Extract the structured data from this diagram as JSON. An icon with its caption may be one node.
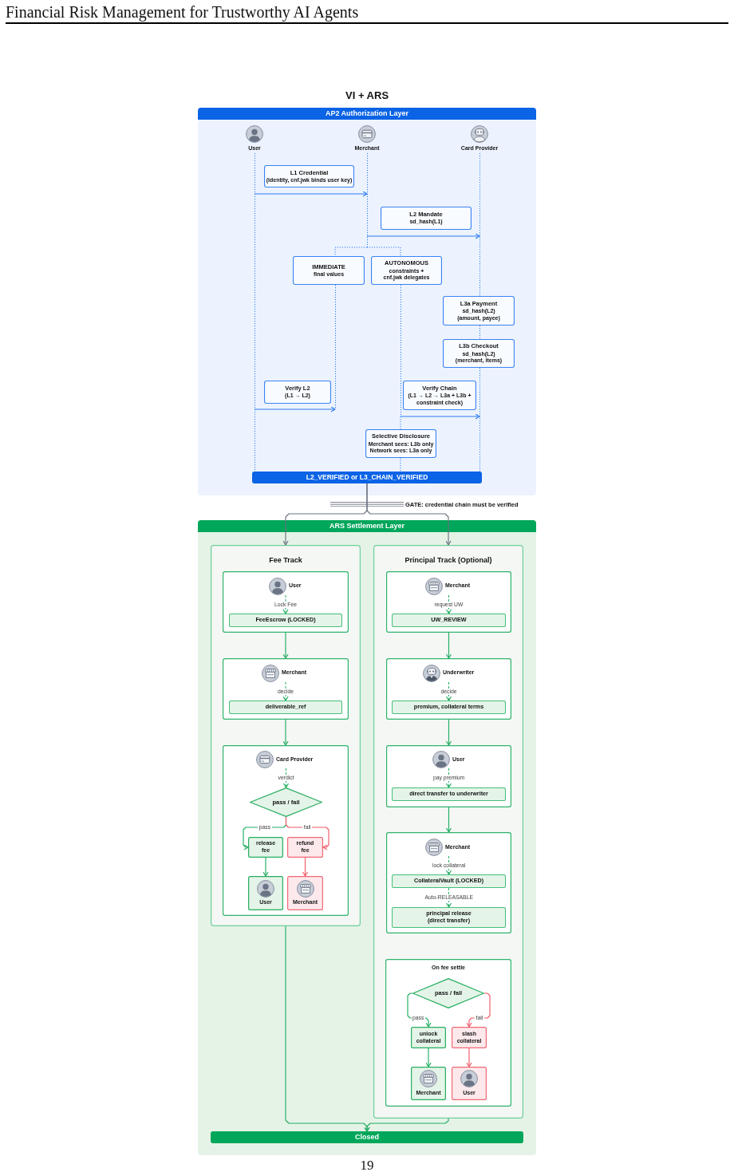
{
  "diagram": {
    "title": "VI + ARS",
    "nodes": [
      {
        "text": [],
        "shape": "box"
      },
      {
        "text": [
          "AP2 Authorization Layer"
        ],
        "in": 0
      },
      {
        "text": [
          "User"
        ],
        "in": 0
      },
      {
        "text": [
          "Merchant"
        ],
        "in": 0
      },
      {
        "text": [
          "Card Provider"
        ],
        "in": 0
      },
      {
        "text": [
          "L1 Credential",
          "(identity, cnf.jwk binds user key)"
        ],
        "in": 0
      },
      {
        "text": [
          "L2 Mandate",
          "sd_hash(L1)"
        ],
        "in": 0
      },
      {
        "text": [
          "IMMEDIATE",
          "final values"
        ],
        "in": 0
      },
      {
        "text": [
          "AUTONOMOUS",
          "constraints + cnf.jwk delegates"
        ],
        "in": 0
      },
      {
        "text": [
          "L3a Payment",
          "sd_hash(L2) (amount, payee)"
        ],
        "in": 0
      },
      {
        "text": [
          "L3b Checkout",
          "sd_hash(L2) (merchant, items)"
        ],
        "in": 0
      },
      {
        "text": [
          "Verify L2",
          "(L1 → L2)"
        ],
        "in": 0
      },
      {
        "text": [
          "Verify Chain",
          "(L1 → L2 → L3a + L3b + constraint check)"
        ],
        "in": 0
      },
      {
        "text": [
          "Selective Disclosure",
          "Merchant sees: L3b only",
          "Network sees: L3a only"
        ],
        "in": 0
      },
      {
        "text": [
          "L2_VERIFIED or L3_CHAIN_VERIFIED"
        ],
        "in": 0
      },
      {
        "text": [],
        "shape": "box"
      },
      {
        "text": [
          "ARS Settlement Layer"
        ],
        "in": 15
      },
      {
        "text": [
          "Fee Track"
        ],
        "in": 15
      },
      {
        "text": [],
        "shape": "box",
        "in": 17
      },
      {
        "text": [
          "User"
        ],
        "in": 18
      },
      {
        "text": [
          "FeeEscrow (LOCKED)"
        ],
        "in": 18
      },
      {
        "text": [],
        "shape": "box",
        "in": 17
      },
      {
        "text": [
          "Merchant"
        ],
        "in": 21
      },
      {
        "text": [
          "deliverable_ref"
        ],
        "in": 21
      },
      {
        "text": [],
        "shape": "box",
        "in": 17
      },
      {
        "text": [
          "Card Provider"
        ],
        "in": 24
      },
      {
        "text": [
          "pass / fail"
        ],
        "in": 24
      },
      {
        "text": [
          "release fee"
        ],
        "in": 24
      },
      {
        "text": [
          "refund fee"
        ],
        "in": 24
      },
      {
        "text": [
          "User"
        ],
        "in": 24
      },
      {
        "text": [
          "Merchant"
        ],
        "in": 24
      },
      {
        "text": [
          "Principal Track (Optional)"
        ],
        "in": 15
      },
      {
        "text": [],
        "shape": "box",
        "in": 31
      },
      {
        "text": [
          "Merchant"
        ],
        "in": 32
      },
      {
        "text": [
          "UW_REVIEW"
        ],
        "in": 32
      },
      {
        "text": [],
        "shape": "box",
        "in": 31
      },
      {
        "text": [
          "Underwriter"
        ],
        "in": 35
      },
      {
        "text": [
          "premium, collateral terms"
        ],
        "in": 35
      },
      {
        "text": [],
        "shape": "box",
        "in": 31
      },
      {
        "text": [
          "User"
        ],
        "in": 38
      },
      {
        "text": [
          "direct transfer to underwriter"
        ],
        "in": 38
      },
      {
        "text": [],
        "shape": "box",
        "in": 31
      },
      {
        "text": [
          "Merchant"
        ],
        "in": 41
      },
      {
        "text": [
          "CollateralVault (LOCKED)"
        ],
        "in": 41
      },
      {
        "text": [
          "principal release (direct transfer)"
        ],
        "in": 41
      },
      {
        "text": [
          "On fee settle"
        ],
        "in": 31
      },
      {
        "text": [
          "pass / fail"
        ],
        "in": 45
      },
      {
        "text": [
          "unlock collateral"
        ],
        "in": 45
      },
      {
        "text": [
          "slash collateral"
        ],
        "in": 45
      },
      {
        "text": [
          "Merchant"
        ],
        "in": 45
      },
      {
        "text": [
          "User"
        ],
        "in": 45
      },
      {
        "text": [
          "Closed"
        ],
        "in": 15
      }
    ],
    "edges": [
      {
        "from": 3,
        "to": 7,
        "arrow": "none",
        "style": "dashed",
        "color": "#2f7cf0"
      },
      {
        "from": 3,
        "to": 8,
        "arrow": "none",
        "style": "dashed",
        "color": "#2f7cf0"
      },
      {
        "from": 8,
        "to": 13,
        "arrow": "none",
        "style": "dashed",
        "color": "#2f7cf0"
      },
      {
        "from": 13,
        "to": 14,
        "arrow": "none",
        "style": "dashed",
        "color": "#2f7cf0"
      },
      {
        "from": 2,
        "to": 3,
        "arrow": "to",
        "color": "#2f7cf0"
      },
      {
        "from": 3,
        "to": 4,
        "arrow": "to",
        "color": "#2f7cf0"
      },
      {
        "from": 2,
        "to": 7,
        "arrow": "to",
        "color": "#2f7cf0"
      },
      {
        "from": 8,
        "to": 4,
        "arrow": "to",
        "color": "#2f7cf0"
      },
      {
        "from": 14,
        "to": 17,
        "arrow": "to",
        "color": "#6b7280"
      },
      {
        "from": 14,
        "to": 31,
        "arrow": "to",
        "color": "#6b7280"
      },
      {
        "from": 19,
        "to": 20,
        "arrow": "to",
        "style": "dashed",
        "label": "Lock Fee"
      },
      {
        "from": 18,
        "to": 21,
        "arrow": "to"
      },
      {
        "from": 22,
        "to": 23,
        "arrow": "to",
        "style": "dashed",
        "label": "decide"
      },
      {
        "from": 21,
        "to": 24,
        "arrow": "to"
      },
      {
        "from": 25,
        "to": 26,
        "arrow": "to",
        "style": "dashed",
        "label": "verdict"
      },
      {
        "from": 26,
        "to": 27,
        "arrow": "to",
        "label": "pass"
      },
      {
        "from": 26,
        "to": 28,
        "arrow": "to",
        "label": "fail",
        "color": "#ef5b69"
      },
      {
        "from": 27,
        "to": 29,
        "arrow": "to"
      },
      {
        "from": 28,
        "to": 30,
        "arrow": "to",
        "color": "#ef5b69"
      },
      {
        "from": 33,
        "to": 34,
        "arrow": "to",
        "style": "dashed",
        "label": "request UW"
      },
      {
        "from": 32,
        "to": 35,
        "arrow": "to"
      },
      {
        "from": 36,
        "to": 37,
        "arrow": "to",
        "style": "dashed",
        "label": "decide"
      },
      {
        "from": 35,
        "to": 38,
        "arrow": "to"
      },
      {
        "from": 39,
        "to": 40,
        "arrow": "to",
        "style": "dashed",
        "label": "pay premium"
      },
      {
        "from": 38,
        "to": 41,
        "arrow": "to"
      },
      {
        "from": 42,
        "to": 43,
        "arrow": "to",
        "style": "dashed",
        "label": "lock collateral"
      },
      {
        "from": 43,
        "to": 44,
        "arrow": "to",
        "style": "dashed",
        "label": "Auto-RELEASABLE"
      },
      {
        "from": 46,
        "to": 47,
        "arrow": "to",
        "label": "pass"
      },
      {
        "from": 46,
        "to": 48,
        "arrow": "to",
        "label": "fail",
        "color": "#ef5b69"
      },
      {
        "from": 47,
        "to": 49,
        "arrow": "to"
      },
      {
        "from": 48,
        "to": 50,
        "arrow": "to",
        "color": "#ef5b69"
      },
      {
        "from": 17,
        "to": 51,
        "arrow": "to"
      },
      {
        "from": 31,
        "to": 51,
        "arrow": "to"
      }
    ],
    "labels": [
      "Financial Risk Management for Trustworthy AI Agents",
      "GATE: credential chain must be verified",
      "19"
    ]
  }
}
